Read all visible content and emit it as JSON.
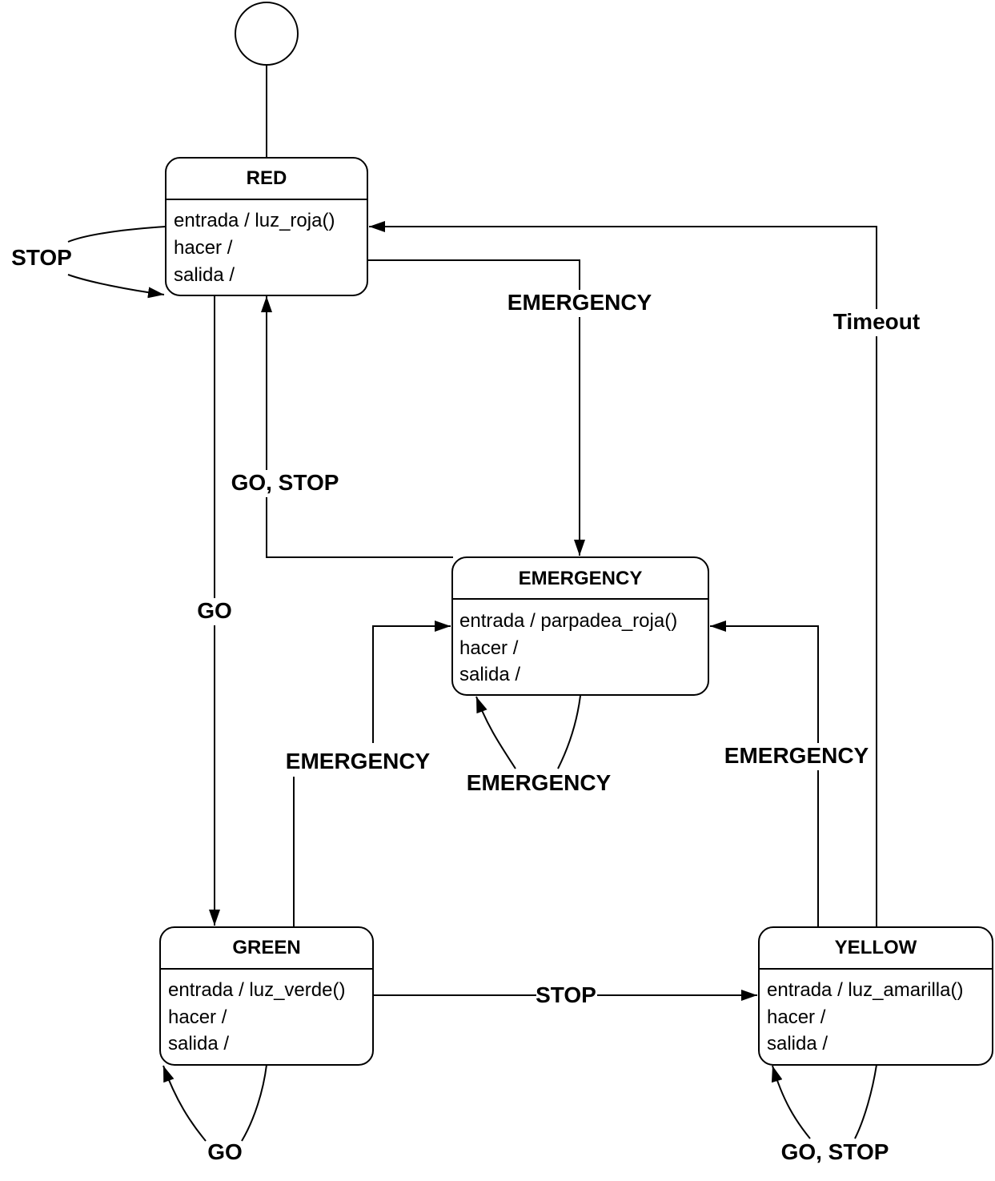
{
  "states": {
    "red": {
      "name": "RED",
      "entry": "entrada / luz_roja()",
      "do": "hacer /",
      "exit": "salida /"
    },
    "emergency": {
      "name": "EMERGENCY",
      "entry": "entrada / parpadea_roja()",
      "do": "hacer /",
      "exit": "salida /"
    },
    "green": {
      "name": "GREEN",
      "entry": "entrada / luz_verde()",
      "do": "hacer /",
      "exit": "salida /"
    },
    "yellow": {
      "name": "YELLOW",
      "entry": "entrada / luz_amarilla()",
      "do": "hacer /",
      "exit": "salida /"
    }
  },
  "transitions": {
    "red_self": "STOP",
    "red_to_emergency": "EMERGENCY",
    "yellow_to_red": "Timeout",
    "emergency_to_red": "GO, STOP",
    "red_to_green": "GO",
    "green_to_emergency": "EMERGENCY",
    "emergency_self": "EMERGENCY",
    "yellow_to_emergency": "EMERGENCY",
    "green_to_yellow": "STOP",
    "green_self": "GO",
    "yellow_self": "GO, STOP"
  }
}
